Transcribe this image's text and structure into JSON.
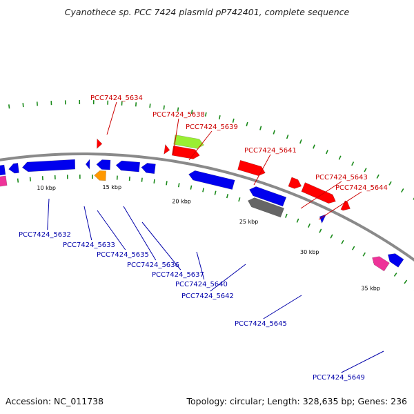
{
  "title": "Cyanothece sp. PCC 7424 plasmid pP742401, complete sequence",
  "footer": {
    "accession": "Accession: NC_011738",
    "summary": "Topology: circular; Length: 328,635 bp; Genes: 236"
  },
  "colors": {
    "forward_label": "#cc0000",
    "reverse_label": "#0000aa",
    "backbone": "#8a8a8a",
    "tick": "#1a8a1a",
    "red_gene": "#ff0000",
    "blue_gene": "#0000ee",
    "green_gene": "#99ee33",
    "orange_gene": "#ff9900",
    "gray_gene": "#666666",
    "pink_gene": "#ee3399"
  },
  "scale_labels": [
    "10 kbp",
    "15 kbp",
    "20 kbp",
    "25 kbp",
    "30 kbp",
    "35 kbp"
  ],
  "forward_labels": [
    "PCC7424_5634",
    "PCC7424_5638",
    "PCC7424_5639",
    "PCC7424_5641",
    "PCC7424_5643",
    "PCC7424_5644"
  ],
  "reverse_labels": [
    "PCC7424_5632",
    "PCC7424_5633",
    "PCC7424_5635",
    "PCC7424_5636",
    "PCC7424_5637",
    "PCC7424_5640",
    "PCC7424_5642",
    "PCC7424_5645",
    "PCC7424_5649"
  ]
}
